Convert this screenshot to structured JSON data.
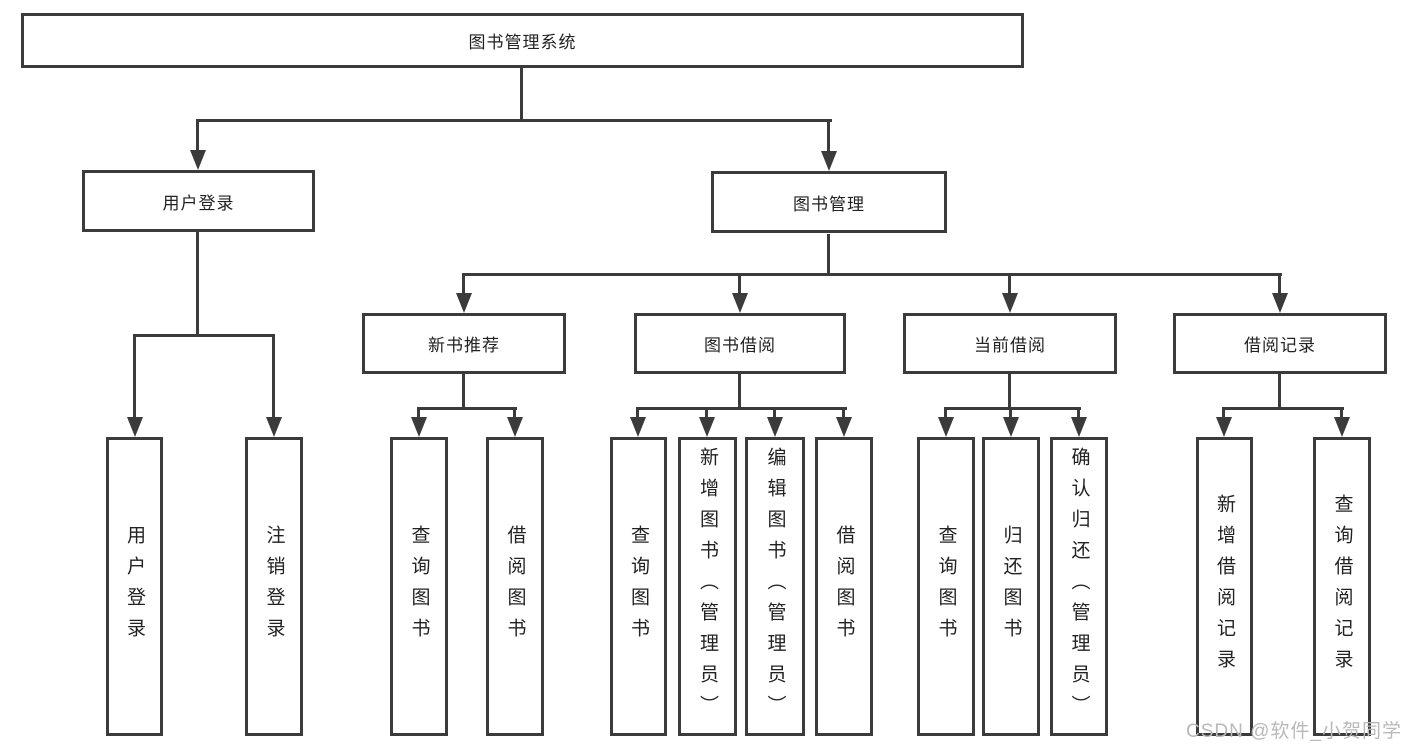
{
  "colors": {
    "line": "#3b3b3b",
    "box_border": "#3b3b3b",
    "text": "#222222",
    "background": "#ffffff",
    "watermark": "#b9b9b9"
  },
  "diagram_type": "hierarchy-tree",
  "tree": {
    "root": {
      "label": "图书管理系统"
    },
    "branches": [
      {
        "label": "用户登录",
        "leaves": [
          "用户登录",
          "注销登录"
        ]
      },
      {
        "label": "图书管理",
        "groups": [
          {
            "label": "新书推荐",
            "leaves": [
              "查询图书",
              "借阅图书"
            ]
          },
          {
            "label": "图书借阅",
            "leaves": [
              "查询图书",
              "新增图书（管理员）",
              "编辑图书（管理员）",
              "借阅图书"
            ]
          },
          {
            "label": "当前借阅",
            "leaves": [
              "查询图书",
              "归还图书",
              "确认归还（管理员）"
            ]
          },
          {
            "label": "借阅记录",
            "leaves": [
              "新增借阅记录",
              "查询借阅记录"
            ]
          }
        ]
      }
    ]
  },
  "watermark": {
    "text": "CSDN @软件_小贺同学"
  }
}
